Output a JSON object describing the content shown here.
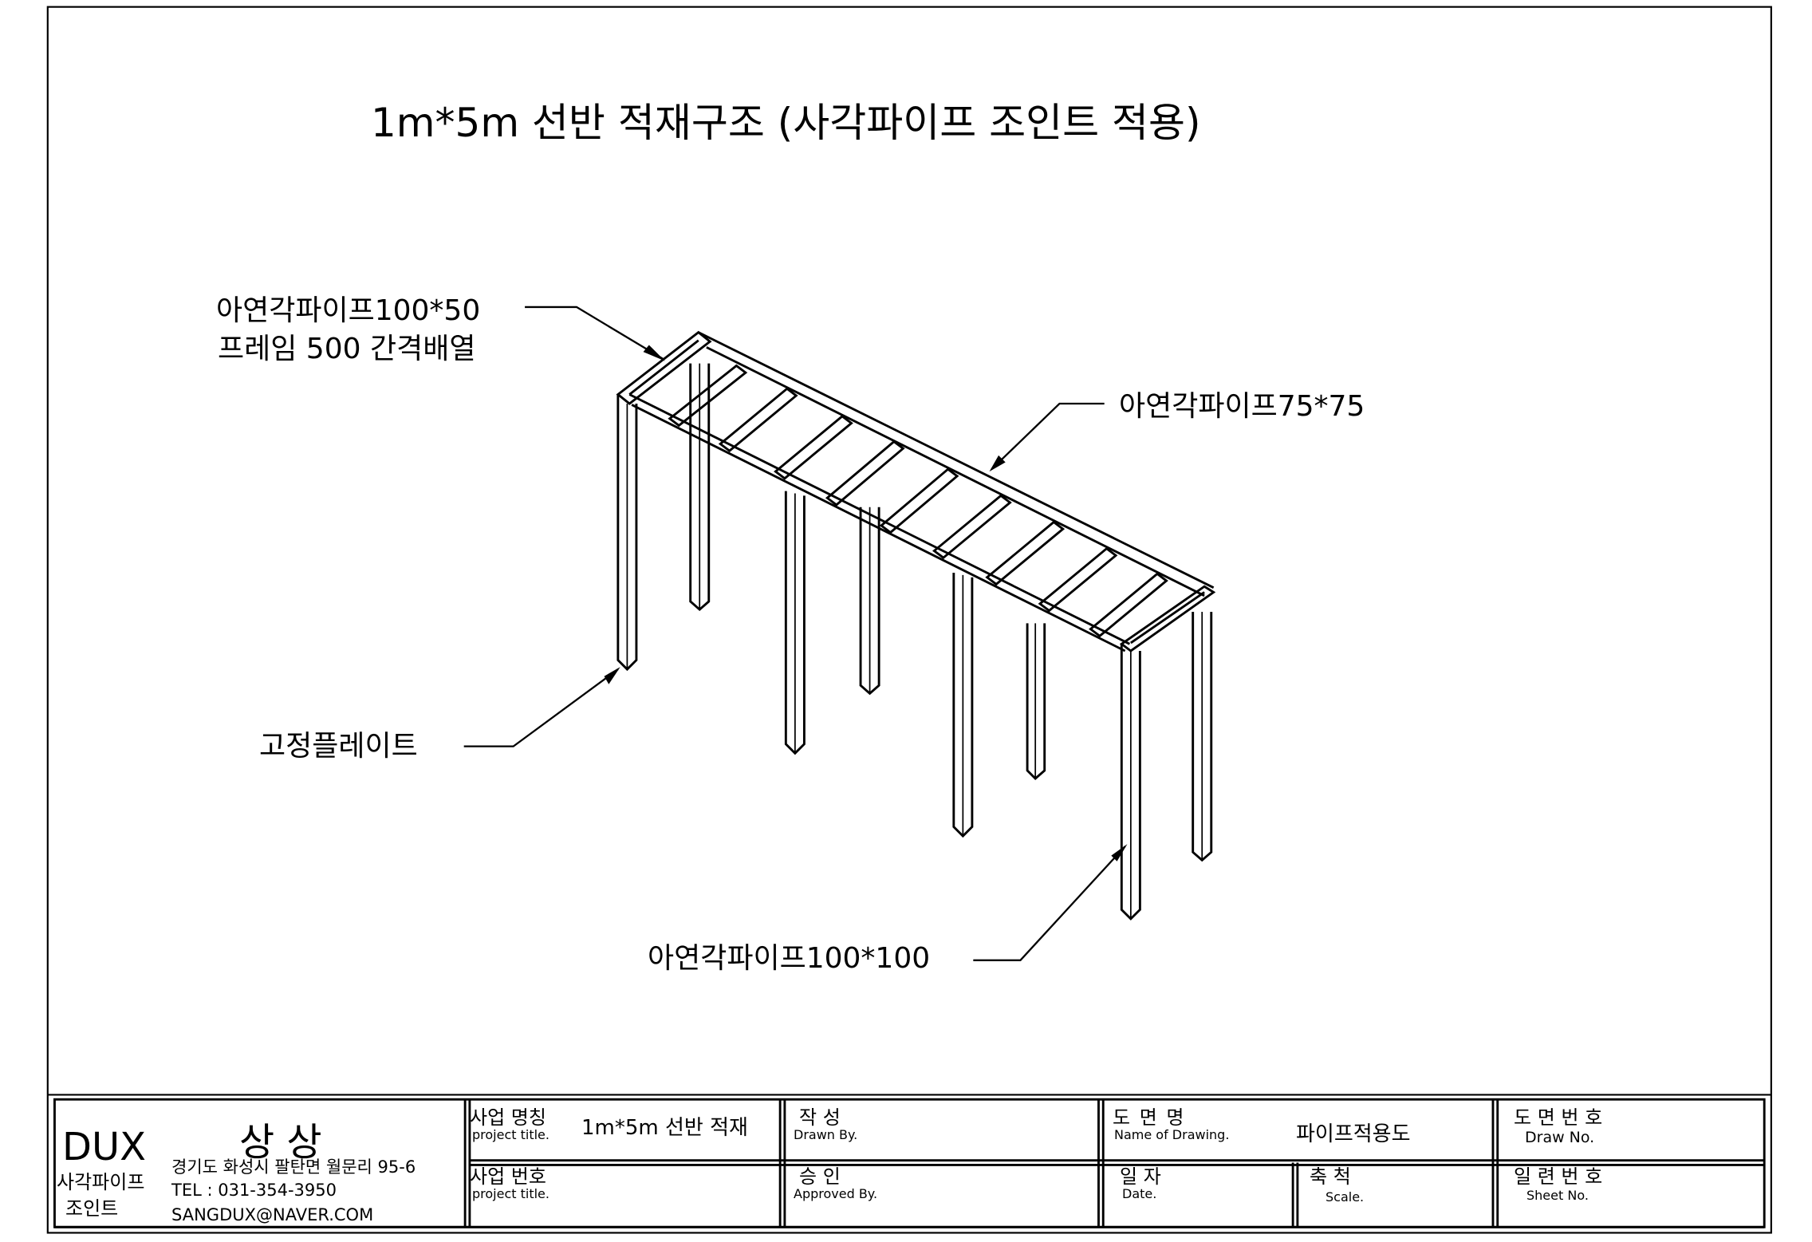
{
  "title": "1m*5m 선반 적재구조  (사각파이프 조인트 적용)",
  "callouts": {
    "frame_line1": "아연각파이프100*50",
    "frame_line2": "프레임 500 간격배열",
    "beam": "아연각파이프75*75",
    "plate": "고정플레이트",
    "post": "아연각파이프100*100"
  },
  "title_block": {
    "company_logo": "DUX",
    "company_name": "상 상",
    "product_line1": "사각파이프",
    "product_line2": "조인트",
    "address": "경기도 화성시 팔탄면 월문리 95-6",
    "tel": "TEL : 031-354-3950",
    "email": "SANGDUX@NAVER.COM",
    "project_name_label": "사업 명칭",
    "project_name_sub": "project title.",
    "project_name_value": "1m*5m 선반 적재",
    "project_no_label": "사업 번호",
    "project_no_sub": "project title.",
    "drawn_label": "작    성",
    "drawn_sub": "Drawn By.",
    "approved_label": "승    인",
    "approved_sub": "Approved By.",
    "drawing_name_label": "도  면  명",
    "drawing_name_sub": "Name of Drawing.",
    "drawing_name_value": "파이프적용도",
    "date_label": "일  자",
    "date_sub": "Date.",
    "scale_label": "축  척",
    "scale_sub": "Scale.",
    "drawing_no_label": "도 면 번 호",
    "drawing_no_sub": "Draw No.",
    "sheet_no_label": "일 련 번 호",
    "sheet_no_sub": "Sheet No."
  }
}
